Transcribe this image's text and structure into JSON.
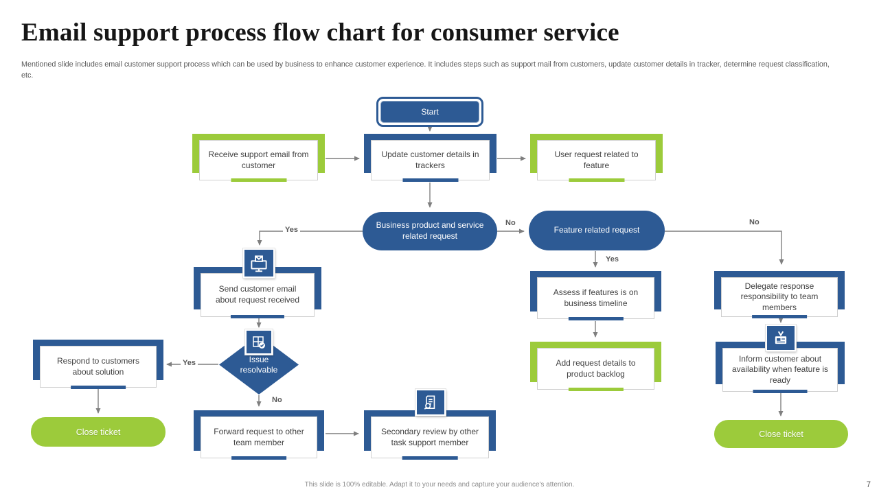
{
  "slide": {
    "title": "Email support process flow chart for consumer service",
    "description": "Mentioned slide includes email customer support process which can be used by business to enhance customer experience. It includes steps such as support mail from customers, update customer details in tracker, determine request classification, etc.",
    "footer_note": "This slide is 100% editable.  Adapt it to your needs and capture your audience's attention.",
    "page_number": "7"
  },
  "colors": {
    "blue": "#2D5A94",
    "green": "#9CCB3B",
    "arrow": "#7F7F7F"
  },
  "flowchart": {
    "start": {
      "label": "Start"
    },
    "edge_labels": {
      "yes": "Yes",
      "no": "No"
    },
    "icons": {
      "send_email": "monitor-mail-icon",
      "issue_resolvable": "window-check-icon",
      "secondary_review": "document-search-icon",
      "inform_customer": "ticket-icon"
    },
    "nodes": {
      "receive_email": {
        "label": "Receive support email from customer",
        "accent": "green"
      },
      "update_trackers": {
        "label": "Update customer details in trackers",
        "accent": "blue"
      },
      "user_request": {
        "label": "User request related to feature",
        "accent": "green"
      },
      "business_request": {
        "label": "Business product and service related request",
        "type": "decision"
      },
      "feature_request": {
        "label": "Feature related request",
        "type": "decision"
      },
      "send_email": {
        "label": "Send customer email about request received",
        "accent": "blue"
      },
      "issue_resolvable": {
        "label": "Issue resolvable",
        "type": "decision-diamond"
      },
      "respond_customers": {
        "label": "Respond to customers about solution",
        "accent": "blue"
      },
      "close_ticket_left": {
        "label": "Close ticket",
        "type": "terminator"
      },
      "forward_request": {
        "label": "Forward request to other team member",
        "accent": "blue"
      },
      "secondary_review": {
        "label": "Secondary review by other task support member",
        "accent": "blue"
      },
      "assess_features": {
        "label": "Assess if features is on business timeline",
        "accent": "blue"
      },
      "add_backlog": {
        "label": "Add request details to product backlog",
        "accent": "green"
      },
      "delegate_response": {
        "label": "Delegate response responsibility to team members",
        "accent": "blue"
      },
      "inform_customer": {
        "label": "Inform customer about availability when feature is ready",
        "accent": "blue"
      },
      "close_ticket_right": {
        "label": "Close ticket",
        "type": "terminator"
      }
    }
  }
}
